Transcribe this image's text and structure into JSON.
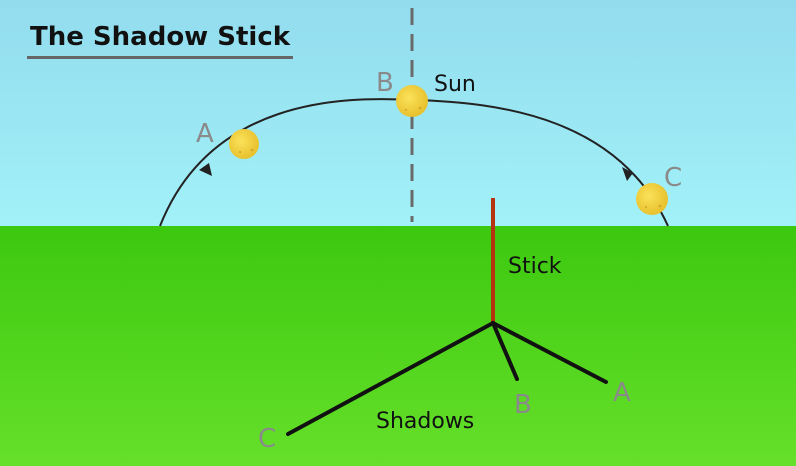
{
  "title": "The Shadow Stick",
  "labels": {
    "sun": "Sun",
    "stick": "Stick",
    "shadows": "Shadows"
  },
  "sun_positions": {
    "a": "A",
    "b": "B",
    "c": "C"
  },
  "shadow_tips": {
    "a": "A",
    "b": "B",
    "c": "C"
  },
  "colors": {
    "sky": "#93e4f4",
    "ground": "#4fd61a",
    "sun": "#f2d13d",
    "stick": "#b5340f",
    "shadow": "#111111",
    "path": "#222222",
    "label_gray": "#8a8a8a"
  }
}
